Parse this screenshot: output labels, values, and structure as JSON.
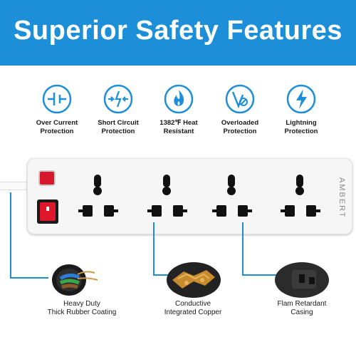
{
  "banner": {
    "title": "Superior Safety Features",
    "color": "#1d8ed8"
  },
  "features": [
    {
      "icon": "over-current-icon",
      "label": "Over Current\nProtection"
    },
    {
      "icon": "short-circuit-icon",
      "label": "Short Circuit\nProtection"
    },
    {
      "icon": "flame-icon",
      "label": "1382℉ Heat\nResistant"
    },
    {
      "icon": "overload-icon",
      "label": "Overloaded\nProtection"
    },
    {
      "icon": "lightning-icon",
      "label": "Lightning\nProtection"
    }
  ],
  "product": {
    "brand": "AMBERT",
    "socket_count": 4
  },
  "details": [
    {
      "image": "rubber-cable-photo",
      "label": "Heavy Duty\nThick Rubber Coating"
    },
    {
      "image": "copper-photo",
      "label": "Conductive\nIntegrated Copper"
    },
    {
      "image": "casing-photo",
      "label": "Flam Retardant\nCasing"
    }
  ]
}
